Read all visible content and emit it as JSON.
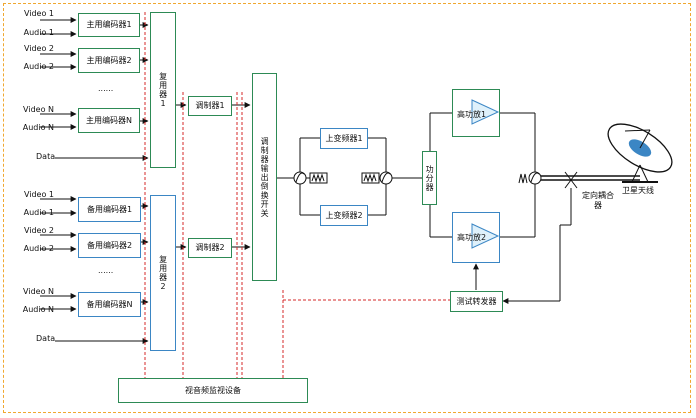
{
  "inputs_top": [
    {
      "video": "Video 1",
      "audio": "Audio 1",
      "encoder": "主用编码器1"
    },
    {
      "video": "Video 2",
      "audio": "Audio 2",
      "encoder": "主用编码器2"
    },
    {
      "video": "Video N",
      "audio": "Audio N",
      "encoder": "主用编码器N"
    }
  ],
  "inputs_bottom": [
    {
      "video": "Video 1",
      "audio": "Audio 1",
      "encoder": "备用编码器1"
    },
    {
      "video": "Video 2",
      "audio": "Audio 2",
      "encoder": "备用编码器2"
    },
    {
      "video": "Video N",
      "audio": "Audio N",
      "encoder": "备用编码器N"
    }
  ],
  "ellipsis": "......",
  "data_label": "Data",
  "mux1": "复用器1",
  "mux2": "复用器2",
  "modulator1": "调制器1",
  "modulator2": "调制器2",
  "mod_switch": "调制器输出倒换开关",
  "upconv1": "上变频器1",
  "upconv2": "上变频器2",
  "divider": "功分器",
  "hpa1": "高功放1",
  "hpa2": "高功放2",
  "coupler": "定向耦合器",
  "antenna": "卫星天线",
  "test_converter": "测试转发器",
  "monitor": "视音频监视设备"
}
